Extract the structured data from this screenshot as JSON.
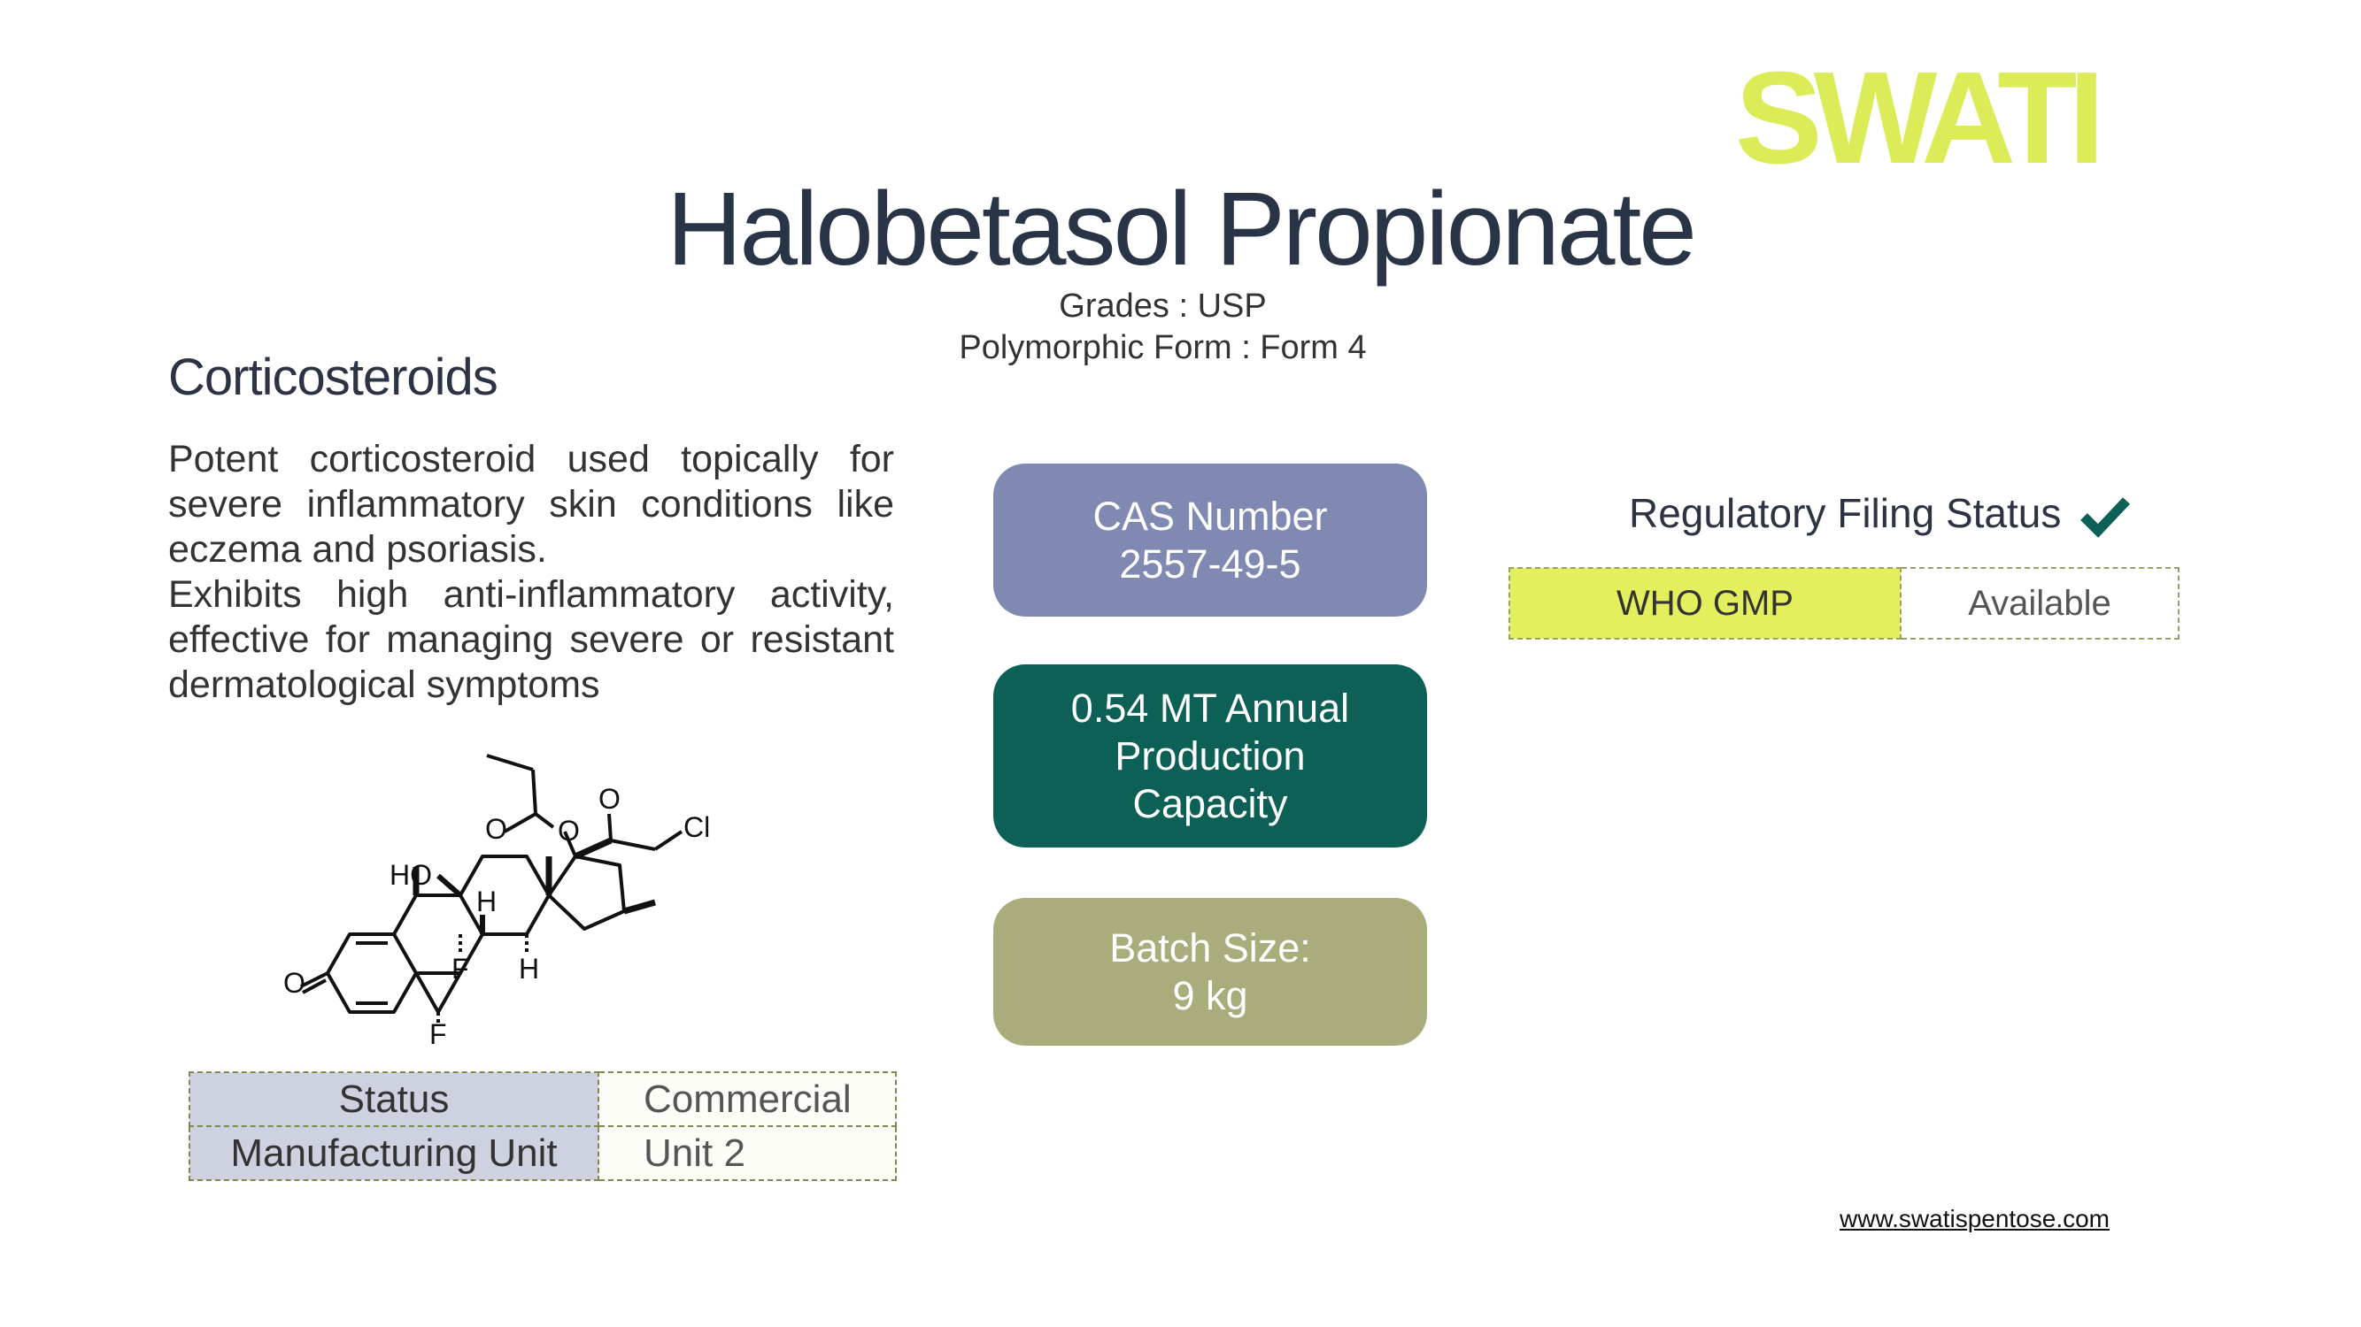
{
  "brand": {
    "logo_text": "SWATI",
    "logo_color": "#dcec59"
  },
  "product": {
    "name": "Halobetasol Propionate",
    "grades": "Grades : USP",
    "polymorphic_form": "Polymorphic Form : Form 4",
    "category": "Corticosteroids",
    "description": [
      "Potent corticosteroid used topically for severe inflammatory skin conditions like eczema and psoriasis.",
      "Exhibits high anti-inflammatory activity, effective for managing severe or resistant dermatological symptoms"
    ]
  },
  "molecule_labels": {
    "ho": "HO",
    "o_ketone": "O",
    "o_ester": "O",
    "o_carbonyl1": "O",
    "o_carbonyl2": "O",
    "cl": "Cl",
    "h1": "H",
    "h2": "H",
    "f1": "F",
    "f2": "F"
  },
  "status_table": [
    {
      "key": "Status",
      "value": "Commercial"
    },
    {
      "key": "Manufacturing Unit",
      "value": "Unit 2"
    }
  ],
  "info_pills": {
    "cas": {
      "line1": "CAS Number",
      "line2": "2557-49-5",
      "color": "#8089b2"
    },
    "production": {
      "line1": "0.54 MT Annual",
      "line2": "Production",
      "line3": "Capacity",
      "color": "#0d6055"
    },
    "batch": {
      "line1": "Batch Size:",
      "line2": "9 kg",
      "color": "#aaac7c"
    }
  },
  "regulatory": {
    "title": "Regulatory Filing Status",
    "check_icon": "checkmark-icon",
    "rows": [
      {
        "key": "WHO GMP",
        "value": "Available"
      }
    ]
  },
  "footer": {
    "website": "www.swatispentose.com"
  }
}
